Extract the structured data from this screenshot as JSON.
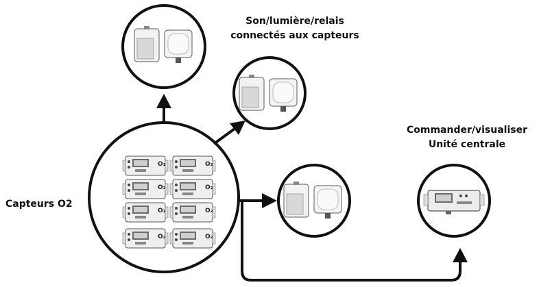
{
  "labels": {
    "outputs_line1": "Son/lumière/relais",
    "outputs_line2": "connectés aux capteurs",
    "sensors": "Capteurs O2",
    "central_line1": "Commander/visualiser",
    "central_line2": "Unité centrale"
  },
  "sensor_units": {
    "count": 8,
    "badge": "O₂"
  },
  "colors": {
    "stroke": "#111111",
    "device_body": "#eeeeee",
    "device_screen": "#6b6b6b"
  }
}
